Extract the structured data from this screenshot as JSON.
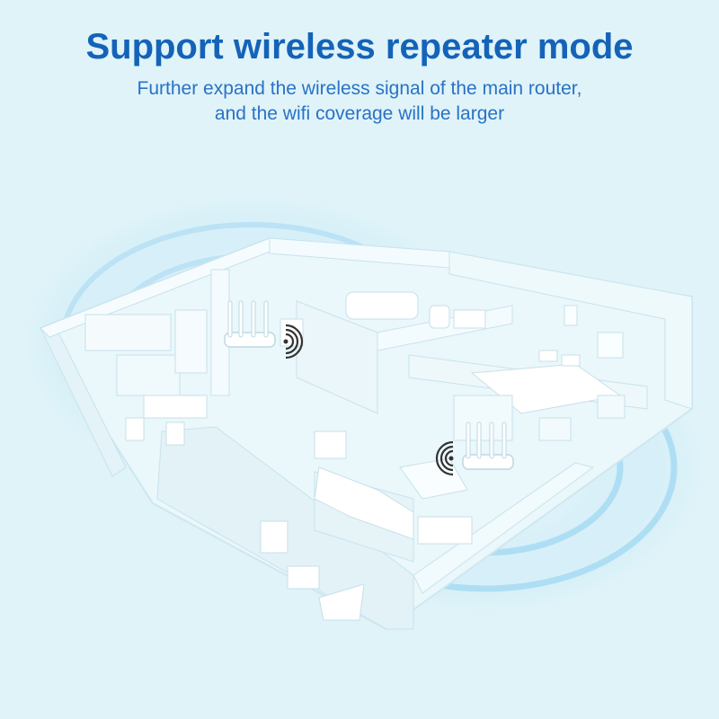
{
  "header": {
    "title": "Support wireless repeater mode",
    "subtitle_line1": "Further expand the wireless signal of the main router,",
    "subtitle_line2": "and the wifi coverage will be larger"
  },
  "colors": {
    "title": "#1463b8",
    "subtitle": "#2a72c4",
    "background": "#dff3f9",
    "signal": "#7cc6ee",
    "wall": "#f4fbfd",
    "wall_shadow": "#c9e6f0",
    "floor": "#e8f6fa"
  },
  "icons": {
    "main_router": "router-icon",
    "repeater_router": "router-icon",
    "main_signal": "wifi-signal-icon",
    "repeater_signal": "wifi-signal-icon"
  }
}
